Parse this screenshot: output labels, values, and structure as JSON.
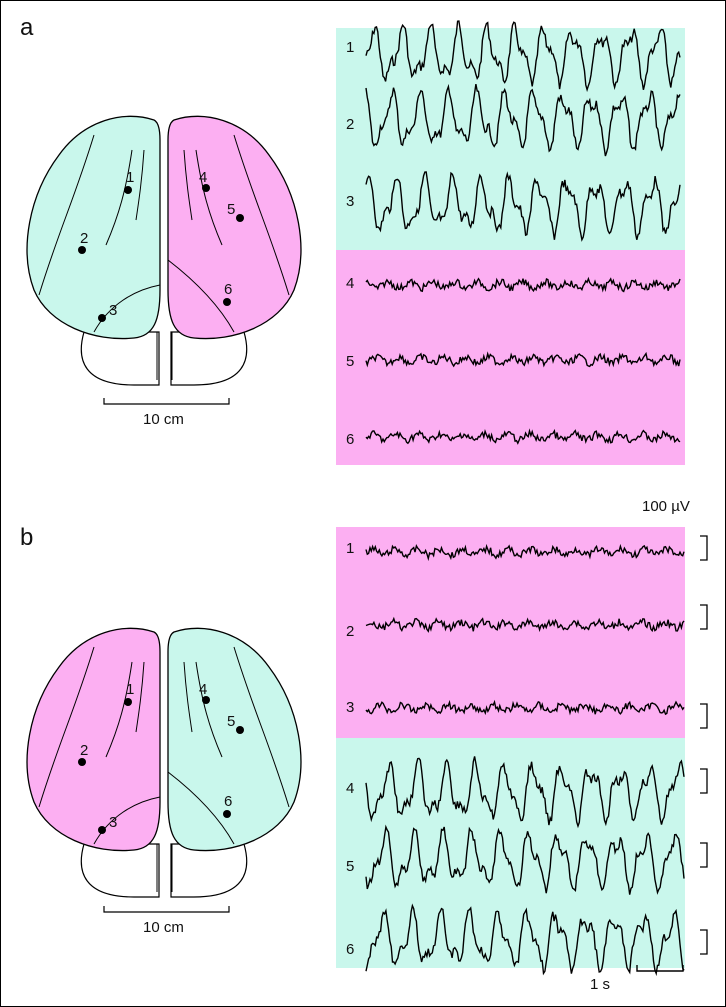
{
  "colors": {
    "cyan": "#c9f7ec",
    "pink": "#fcaff2",
    "line": "#000000"
  },
  "panels": [
    {
      "letter": "a",
      "scale_label": "10 cm",
      "left_hemisphere_color": "cyan",
      "right_hemisphere_color": "pink",
      "electrodes": [
        "1",
        "2",
        "3",
        "4",
        "5",
        "6"
      ],
      "trace_labels": [
        "1",
        "2",
        "3",
        "4",
        "5",
        "6"
      ],
      "top_group_color": "cyan",
      "bottom_group_color": "pink",
      "trace_amplitudes": [
        "high",
        "high",
        "high",
        "low",
        "low",
        "low"
      ]
    },
    {
      "letter": "b",
      "scale_label": "10 cm",
      "left_hemisphere_color": "pink",
      "right_hemisphere_color": "cyan",
      "electrodes": [
        "1",
        "2",
        "3",
        "4",
        "5",
        "6"
      ],
      "trace_labels": [
        "1",
        "2",
        "3",
        "4",
        "5",
        "6"
      ],
      "top_group_color": "pink",
      "bottom_group_color": "cyan",
      "trace_amplitudes": [
        "low",
        "low",
        "low",
        "high",
        "high",
        "high"
      ]
    }
  ],
  "scale": {
    "amplitude": "100 µV",
    "time": "1 s"
  }
}
